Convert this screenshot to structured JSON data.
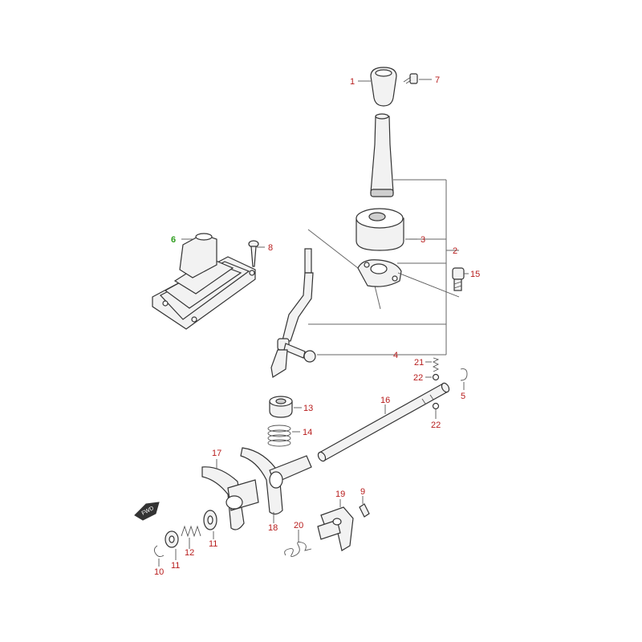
{
  "callouts": [
    {
      "id": "c1",
      "text": "1"
    },
    {
      "id": "c7",
      "text": "7"
    },
    {
      "id": "c2",
      "text": "2"
    },
    {
      "id": "c3",
      "text": "3"
    },
    {
      "id": "c15",
      "text": "15"
    },
    {
      "id": "c4",
      "text": "4"
    },
    {
      "id": "c6",
      "text": "6",
      "highlighted": true
    },
    {
      "id": "c8",
      "text": "8"
    },
    {
      "id": "c21",
      "text": "21"
    },
    {
      "id": "c22a",
      "text": "22"
    },
    {
      "id": "c5",
      "text": "5"
    },
    {
      "id": "c16",
      "text": "16"
    },
    {
      "id": "c22b",
      "text": "22"
    },
    {
      "id": "c13",
      "text": "13"
    },
    {
      "id": "c14",
      "text": "14"
    },
    {
      "id": "c17",
      "text": "17"
    },
    {
      "id": "c18",
      "text": "18"
    },
    {
      "id": "c19",
      "text": "19"
    },
    {
      "id": "c9",
      "text": "9"
    },
    {
      "id": "c20",
      "text": "20"
    },
    {
      "id": "c11a",
      "text": "11"
    },
    {
      "id": "c12",
      "text": "12"
    },
    {
      "id": "c11b",
      "text": "11"
    },
    {
      "id": "c10",
      "text": "10"
    }
  ],
  "fwd_badge": "FWD",
  "colors": {
    "callout": "#b71c1c",
    "highlight": "#2e9d1e",
    "line": "#333333"
  }
}
